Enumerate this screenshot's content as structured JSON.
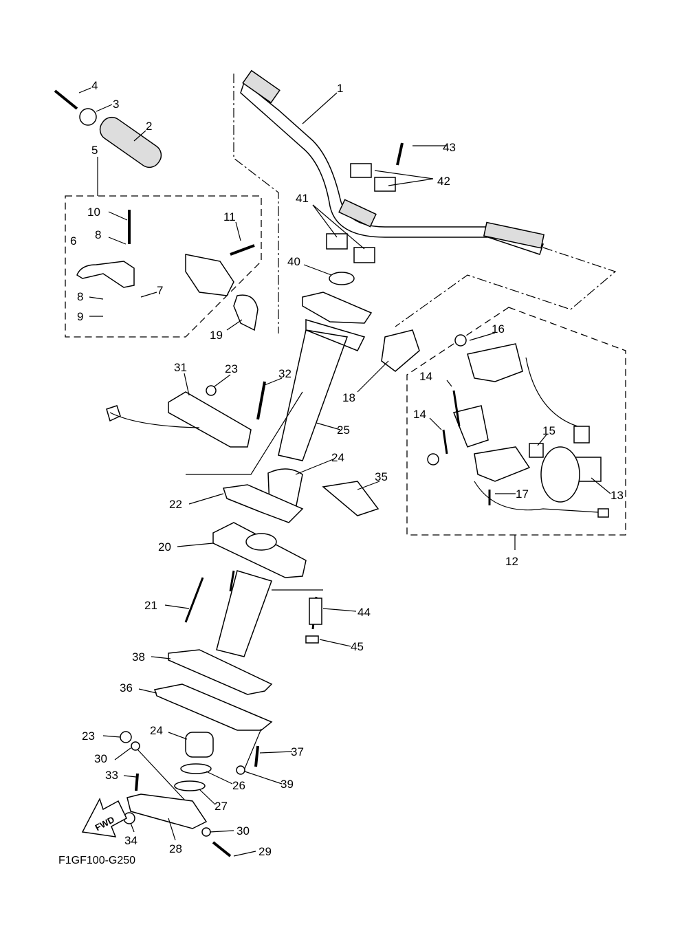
{
  "diagram": {
    "drawing_code": "F1GF100-G250",
    "fwd_label": "FWD",
    "callouts": [
      "1",
      "2",
      "3",
      "4",
      "5",
      "6",
      "7",
      "8",
      "8",
      "9",
      "10",
      "11",
      "12",
      "13",
      "14",
      "14",
      "15",
      "16",
      "17",
      "18",
      "19",
      "20",
      "21",
      "22",
      "23",
      "23",
      "24",
      "24",
      "25",
      "26",
      "27",
      "28",
      "29",
      "30",
      "30",
      "31",
      "32",
      "33",
      "34",
      "35",
      "36",
      "37",
      "38",
      "39",
      "40",
      "41",
      "42",
      "43",
      "44",
      "45"
    ]
  }
}
